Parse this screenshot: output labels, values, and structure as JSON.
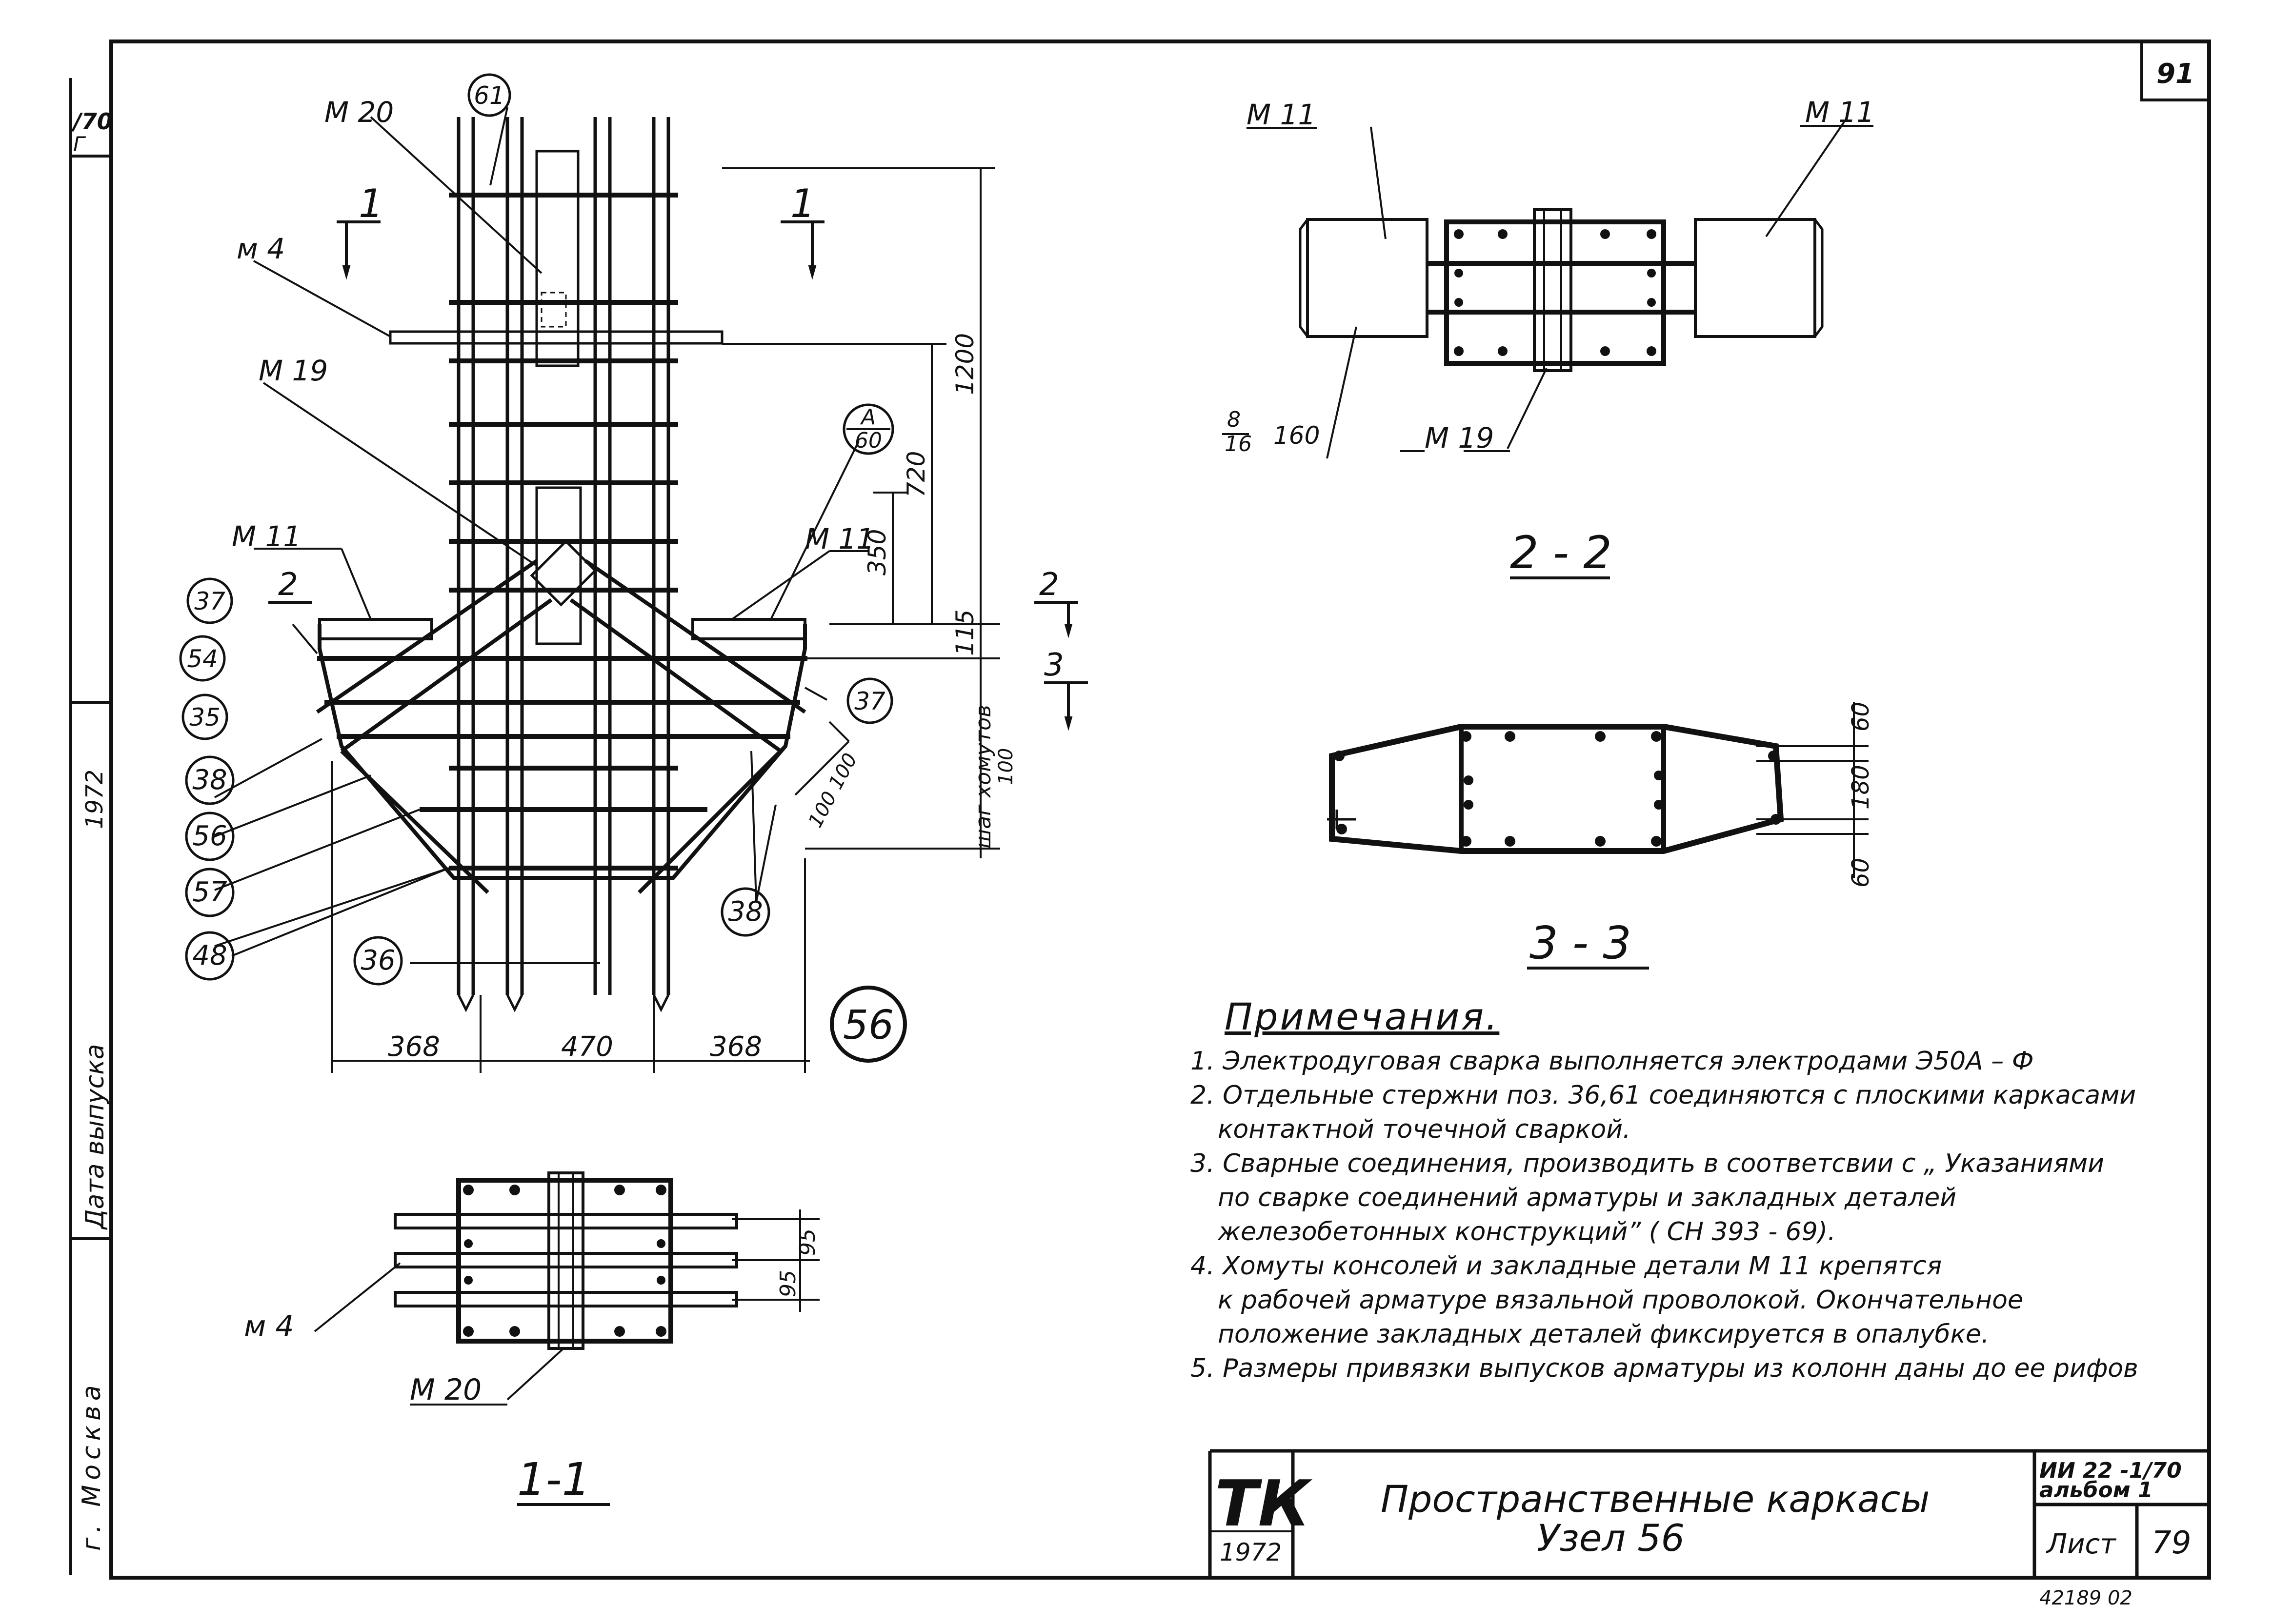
{
  "sheet": {
    "corner_number": "91",
    "margin_top": "/70",
    "margin_top2": "Г",
    "margin_year": "1972",
    "margin_release": "Дата выпуска",
    "margin_city": "г. Москва",
    "bottom_stamp": "42189     02"
  },
  "main_view": {
    "callout_61": "61",
    "callout_A60_top": "А",
    "callout_A60_bottom": "60",
    "callout_37_top": "37",
    "callout_54": "54",
    "callout_35": "35",
    "callout_38a": "38",
    "callout_56": "56",
    "callout_57": "57",
    "callout_48": "48",
    "callout_36": "36",
    "callout_37": "37",
    "callout_38b": "38",
    "node_number": "56",
    "label_m20": "М 20",
    "label_m4": "м 4",
    "label_m19": "М 19",
    "label_m11_left": "М 11",
    "label_m11_right": "М 11",
    "section1_left": "1",
    "section1_right": "1",
    "section2": "2",
    "section2_right": "2",
    "section3": "3",
    "dim_1200": "1200",
    "dim_720": "720",
    "dim_350": "350",
    "dim_115": "115",
    "dim_100": "100",
    "dim_shag": "шаг хомутов",
    "dim_100_100": "100 100",
    "dim_bottom_left": "368",
    "dim_bottom_mid": "470",
    "dim_bottom_right": "368"
  },
  "section_2_2": {
    "title": "2 - 2",
    "label_m11_left": "М 11",
    "label_m11_right": "М 11",
    "label_m19": "М 19",
    "weld_fraction_top": "8",
    "weld_fraction_bottom": "16",
    "weld_length": "160"
  },
  "section_3_3": {
    "title": "3 - 3",
    "dim_60_top": "60",
    "dim_180": "180",
    "dim_60_bottom": "60"
  },
  "section_1_1": {
    "title": "1-1",
    "label_m4": "м 4",
    "label_m20": "М 20",
    "dim_95_top": "95",
    "dim_95_bottom": "95"
  },
  "notes": {
    "title": "Примечания.",
    "items": [
      "1. Электродуговая сварка выполняется электродами Э50А – Ф",
      "2. Отдельные стержни поз. 36,61 соединяются с плоскими каркасами",
      "контактной точечной сваркой.",
      "3. Сварные соединения, производить в соответсвии с „ Указаниями",
      "по сварке соединений арматуры и закладных деталей",
      "железобетонных конструкций” ( СН 393 - 69).",
      "4. Хомуты консолей и закладные детали М 11 крепятся",
      "к рабочей арматуре вязальной проволокой. Окончательное",
      "положение закладных деталей фиксируется в опалубке.",
      "5. Размеры привязки выпусков арматуры из колонн даны до ее рифов"
    ]
  },
  "title_block": {
    "logo": "ТК",
    "logo_year": "1972",
    "title_line1": "Пространственные каркасы",
    "title_line2": "Узел 56",
    "series": "ИИ 22 -1/70",
    "album": "альбом 1",
    "sheet_label": "Лист",
    "sheet_number": "79"
  }
}
